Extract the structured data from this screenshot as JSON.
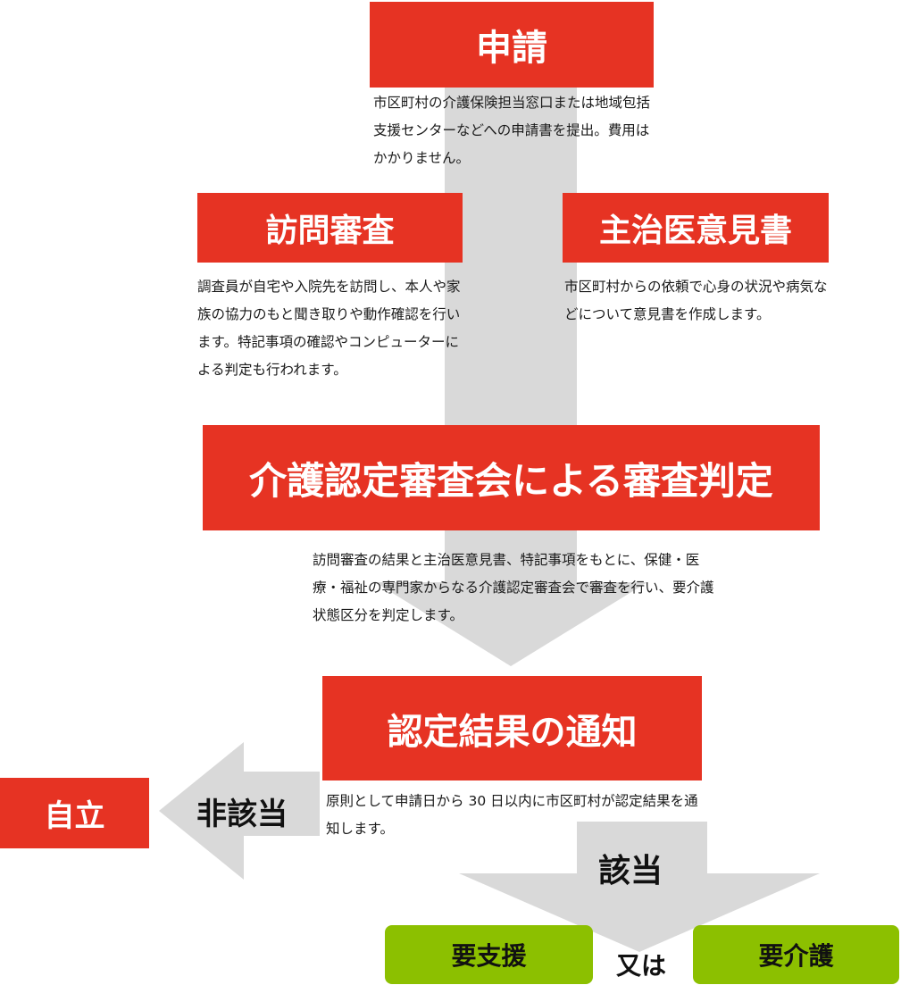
{
  "steps": {
    "application": {
      "title": "申請",
      "description": "市区町村の介護保険担当窓口または地域包括支援センターなどへの申請書を提出。費用はかかりません。"
    },
    "home_visit": {
      "title": "訪問審査",
      "description": "調査員が自宅や入院先を訪問し、本人や家族の協力のもと聞き取りや動作確認を行います。特記事項の確認やコンピューターによる判定も行われます。"
    },
    "doctor_opinion": {
      "title": "主治医意見書",
      "description": "市区町村からの依頼で心身の状況や病気などについて意見書を作成します。"
    },
    "committee_review": {
      "title": "介護認定審査会による審査判定",
      "description": "訪問審査の結果と主治医意見書、特記事項をもとに、保健・医療・福祉の専門家からなる介護認定審査会で審査を行い、要介護状態区分を判定します。"
    },
    "notification": {
      "title": "認定結果の通知",
      "description": "原則として申請日から 30 日以内に市区町村が認定結果を通知します。"
    }
  },
  "outcomes": {
    "not_applicable_label": "非該当",
    "independent": "自立",
    "applicable_label": "該当",
    "support_needed": "要支援",
    "or_label": "又は",
    "care_needed": "要介護"
  },
  "colors": {
    "primary_red": "#e63323",
    "arrow_gray": "#d9d9d9",
    "outcome_green": "#8cc000"
  }
}
